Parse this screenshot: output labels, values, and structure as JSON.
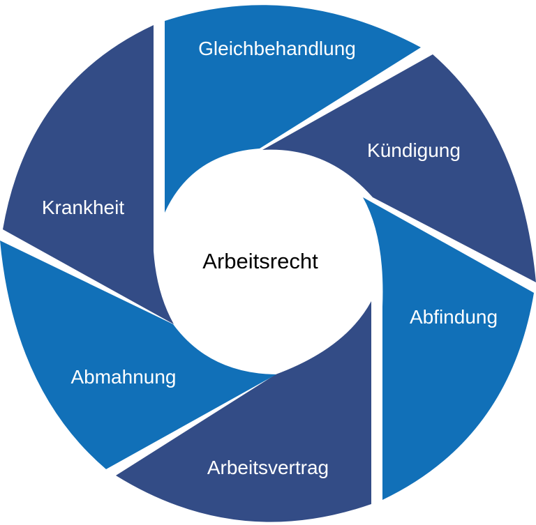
{
  "title": "Arbeitsrecht",
  "colors": {
    "light": "#1170b8",
    "dark": "#334c86",
    "background": "#ffffff",
    "label_text": "#ffffff",
    "center_text": "#000000"
  },
  "center": {
    "label": "Arbeitsrecht"
  },
  "segments": [
    {
      "label": "Gleichbehandlung",
      "shade": "light"
    },
    {
      "label": "Kündigung",
      "shade": "dark"
    },
    {
      "label": "Abfindung",
      "shade": "light"
    },
    {
      "label": "Arbeitsvertrag",
      "shade": "dark"
    },
    {
      "label": "Abmahnung",
      "shade": "light"
    },
    {
      "label": "Krankheit",
      "shade": "dark"
    }
  ]
}
